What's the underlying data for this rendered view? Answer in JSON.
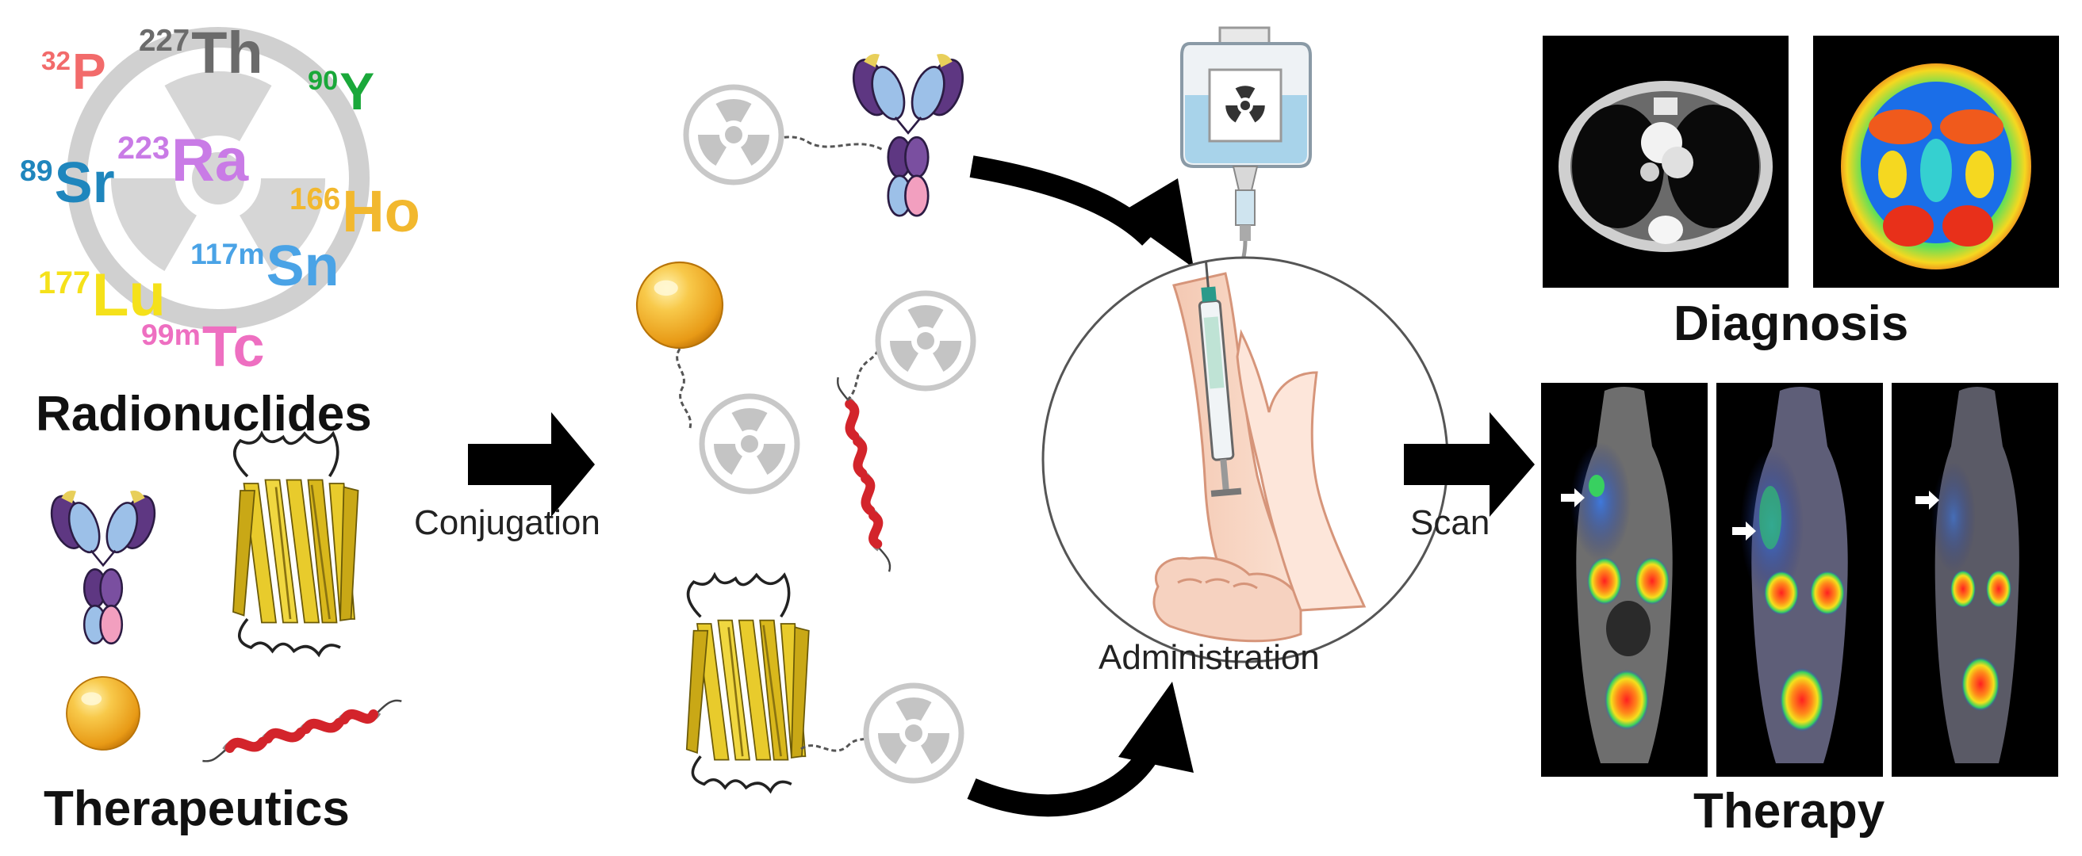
{
  "isotopes": [
    {
      "mass": "32",
      "symbol": "P",
      "color": "#f26b6b"
    },
    {
      "mass": "227",
      "symbol": "Th",
      "color": "#6b6b6b"
    },
    {
      "mass": "90",
      "symbol": "Y",
      "color": "#1aa83a"
    },
    {
      "mass": "89",
      "symbol": "Sr",
      "color": "#1f86bd"
    },
    {
      "mass": "223",
      "symbol": "Ra",
      "color": "#c97be6"
    },
    {
      "mass": "166",
      "symbol": "Ho",
      "color": "#f2b82e"
    },
    {
      "mass": "117m",
      "symbol": "Sn",
      "color": "#4aa3e6"
    },
    {
      "mass": "177",
      "symbol": "Lu",
      "color": "#f5e11a"
    },
    {
      "mass": "99m",
      "symbol": "Tc",
      "color": "#ee6fc1"
    }
  ],
  "labels": {
    "radionuclides": "Radionuclides",
    "therapeutics": "Therapeutics",
    "conjugation": "Conjugation",
    "administration": "Administration",
    "scan": "Scan",
    "diagnosis": "Diagnosis",
    "therapy": "Therapy"
  },
  "colors": {
    "arrow": "#000000",
    "radiation_gray": "#c4c4c4",
    "gold_sphere": "#f4b52c",
    "helix_red": "#d3242b",
    "beta_barrel_yellow": "#e8cb2c",
    "antibody_purple": "#6b3f8c",
    "antibody_blue": "#8fb6e0",
    "antibody_pink": "#f29fbf"
  },
  "icons": [
    "radiation-trefoil-icon",
    "antibody-icon",
    "nanoparticle-icon",
    "peptide-helix-icon",
    "protein-beta-barrel-icon",
    "iv-bag-icon",
    "syringe-injection-icon",
    "curved-arrow-icon",
    "block-arrow-icon"
  ]
}
